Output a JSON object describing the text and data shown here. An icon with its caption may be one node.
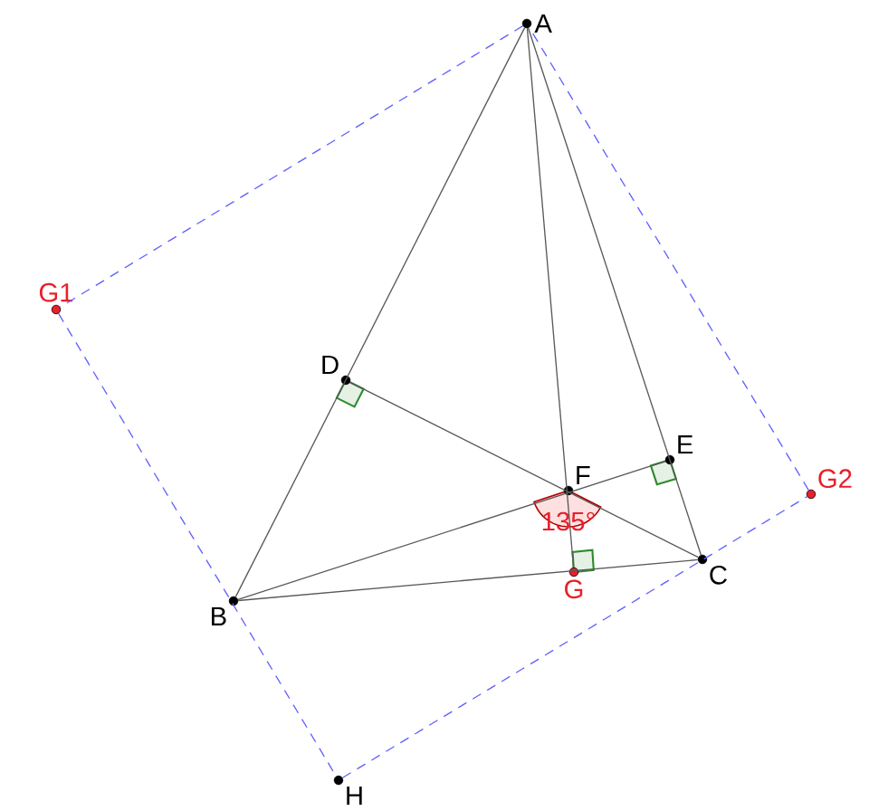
{
  "diagram": {
    "nodes": [
      {
        "text": [
          "A"
        ]
      },
      {
        "text": [
          "B"
        ]
      },
      {
        "text": [
          "C"
        ]
      },
      {
        "text": [
          "D"
        ]
      },
      {
        "text": [
          "E"
        ]
      },
      {
        "text": [
          "F"
        ]
      },
      {
        "text": [
          "G"
        ]
      },
      {
        "text": [
          "G1"
        ]
      },
      {
        "text": [
          "G2"
        ]
      },
      {
        "text": [
          "H"
        ]
      }
    ],
    "edges": [
      {
        "from": 0,
        "to": 1,
        "arrow": "none"
      },
      {
        "from": 0,
        "to": 2,
        "arrow": "none"
      },
      {
        "from": 0,
        "to": 6,
        "arrow": "none"
      },
      {
        "from": 1,
        "to": 4,
        "arrow": "none"
      },
      {
        "from": 2,
        "to": 3,
        "arrow": "none"
      },
      {
        "from": 1,
        "to": 2,
        "arrow": "none"
      },
      {
        "from": 0,
        "to": 7,
        "arrow": "none",
        "style": "dashed",
        "color": "#6060ff"
      },
      {
        "from": 7,
        "to": 9,
        "arrow": "none",
        "style": "dashed",
        "color": "#6060ff"
      },
      {
        "from": 9,
        "to": 8,
        "arrow": "none",
        "style": "dashed",
        "color": "#6060ff"
      },
      {
        "from": 8,
        "to": 0,
        "arrow": "none",
        "style": "dashed",
        "color": "#6060ff"
      }
    ],
    "labels": [
      "135°"
    ]
  }
}
